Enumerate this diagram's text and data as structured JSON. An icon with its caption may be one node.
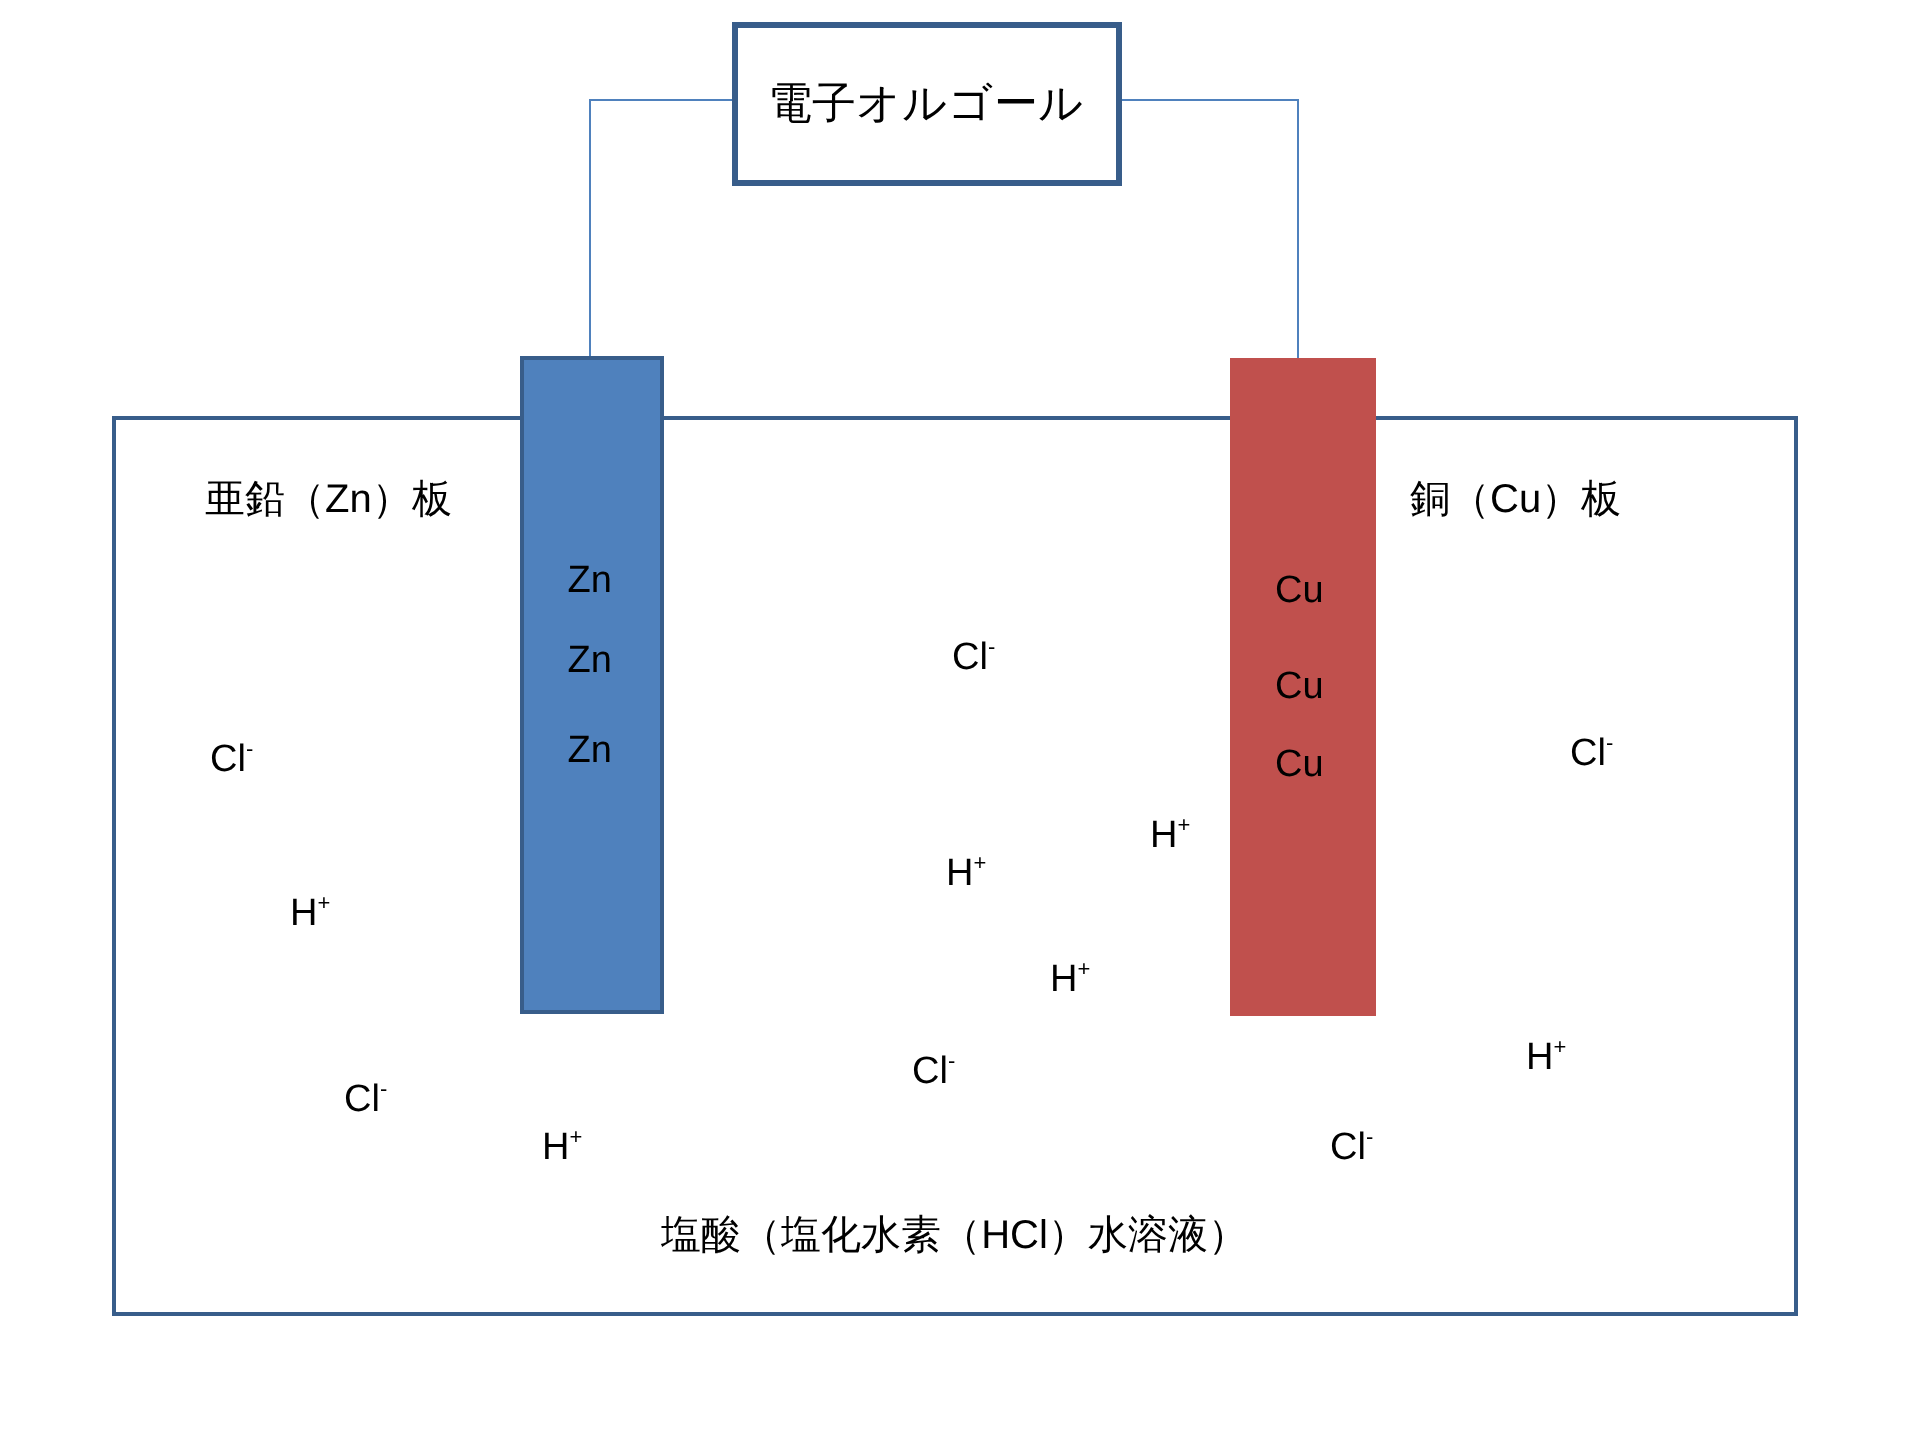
{
  "diagram": {
    "nodes": [
      {
        "text": [
          "電子オルゴール"
        ]
      },
      {
        "text": [
          "塩酸（塩化水素（HCl）水溶液）"
        ]
      },
      {
        "text": [
          "Zn",
          "Zn",
          "Zn"
        ]
      },
      {
        "text": [
          "Cu",
          "Cu",
          "Cu"
        ]
      }
    ],
    "edges": [
      {
        "from": 0,
        "to": 2,
        "arrow": "none"
      },
      {
        "from": 0,
        "to": 3,
        "arrow": "none"
      }
    ],
    "labels": [
      "亜鉛（Zn）板",
      "銅（Cu）板",
      "Cl$^{-}$",
      "Cl$^{-}$",
      "Cl$^{-}$",
      "H$^{+}$",
      "H$^{+}$",
      "H$^{+}$",
      "H$^{+}$",
      "H$^{+}$",
      "Cl$^{-}$",
      "Cl$^{-}$",
      "H$^{+}$",
      "Cl$^{-}$"
    ]
  }
}
